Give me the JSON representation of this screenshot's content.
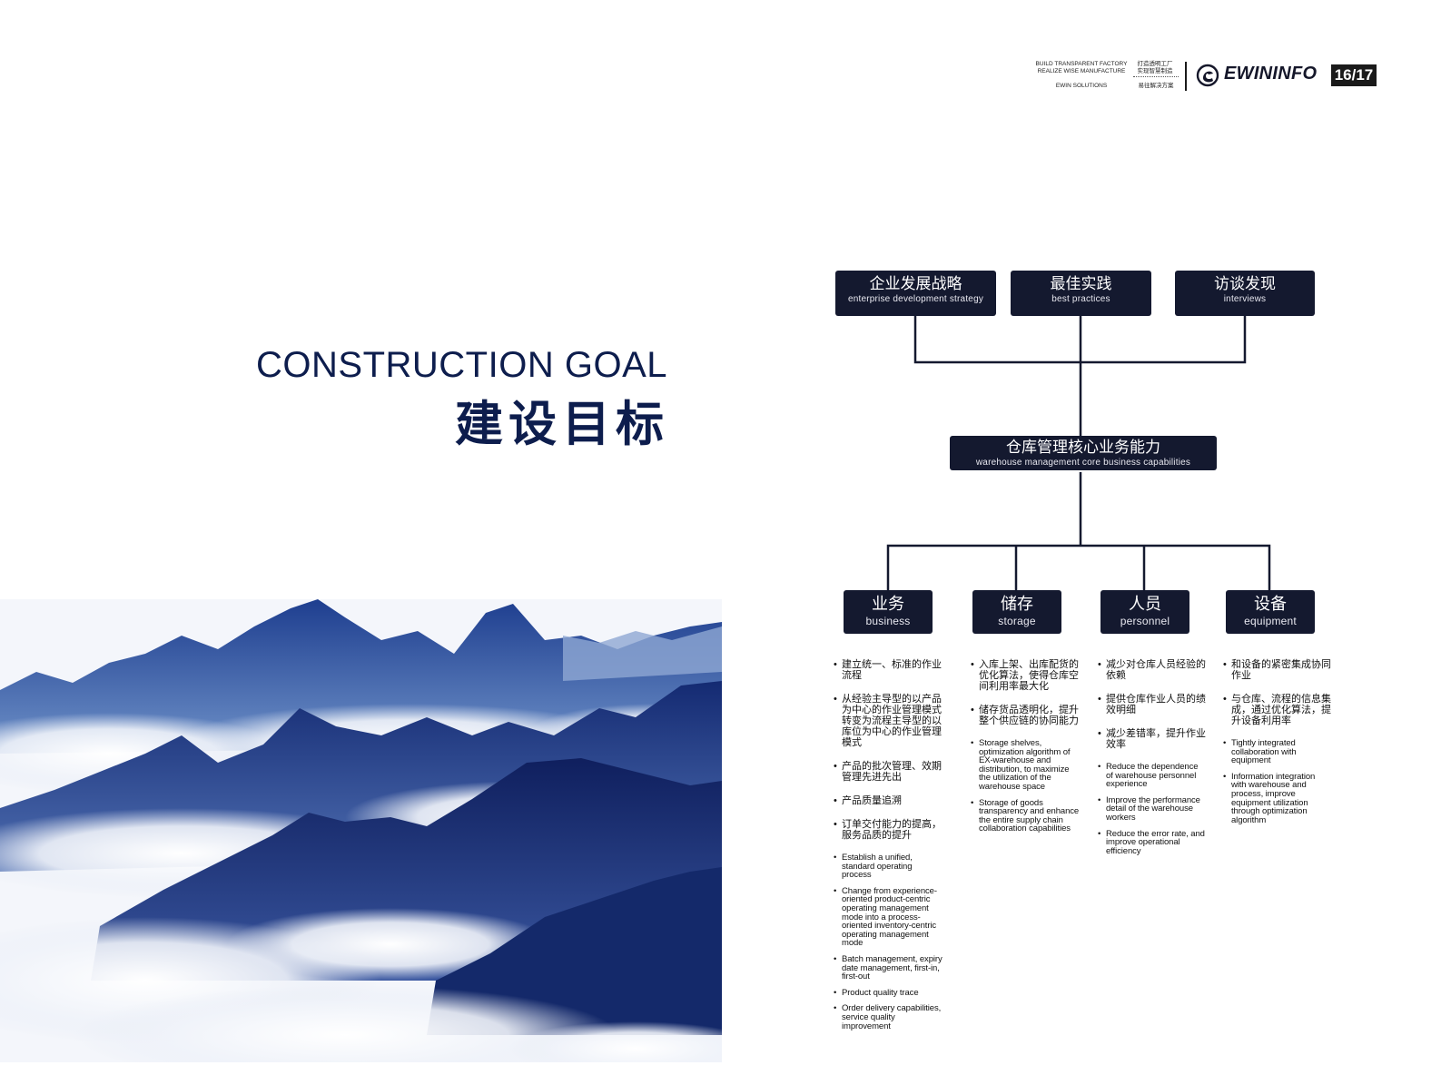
{
  "header": {
    "tag_en_1": "BUILD TRANSPARENT FACTORY",
    "tag_en_2": "REALIZE WISE MANUFACTURE",
    "tag_cn_1": "打造透明工厂",
    "tag_cn_2": "实现智慧制造",
    "solutions_en": "EWIN SOLUTIONS",
    "solutions_cn": "易往解决方案",
    "brand": "EWININFO",
    "page": "16/17"
  },
  "title": {
    "en": "CONSTRUCTION GOAL",
    "cn": "建设目标"
  },
  "diagram": {
    "top": [
      {
        "cn": "企业发展战略",
        "en": "enterprise development strategy"
      },
      {
        "cn": "最佳实践",
        "en": "best practices"
      },
      {
        "cn": "访谈发现",
        "en": "interviews"
      }
    ],
    "center": {
      "cn": "仓库管理核心业务能力",
      "en": "warehouse management core business capabilities"
    },
    "categories": [
      {
        "cn": "业务",
        "en": "business",
        "items_cn": [
          "建立统一、标准的作业流程",
          "从经验主导型的以产品为中心的作业管理模式转变为流程主导型的以库位为中心的作业管理模式",
          "产品的批次管理、效期管理先进先出",
          "产品质量追溯",
          "订单交付能力的提高，服务品质的提升"
        ],
        "items_en": [
          "Establish a unified, standard operating process",
          "Change from experience-oriented product-centric operating management mode into a process-oriented inventory-centric operating management mode",
          "Batch management, expiry date management, first-in, first-out",
          "Product quality trace",
          "Order delivery capabilities, service quality improvement"
        ]
      },
      {
        "cn": "储存",
        "en": "storage",
        "items_cn": [
          "入库上架、出库配货的优化算法，使得仓库空间利用率最大化",
          "储存货品透明化，提升整个供应链的协同能力"
        ],
        "items_en": [
          "Storage shelves, optimization algorithm of EX-warehouse and distribution, to maximize the utilization of the warehouse space",
          "Storage of goods transparency and enhance the entire supply chain collaboration capabilities"
        ]
      },
      {
        "cn": "人员",
        "en": "personnel",
        "items_cn": [
          "减少对仓库人员经验的依赖",
          "提供仓库作业人员的绩效明细",
          "减少差错率，提升作业效率"
        ],
        "items_en": [
          "Reduce the dependence of warehouse personnel experience",
          "Improve the performance detail of the warehouse workers",
          "Reduce the error rate, and improve operational efficiency"
        ]
      },
      {
        "cn": "设备",
        "en": "equipment",
        "items_cn": [
          "和设备的紧密集成协同作业",
          "与仓库、流程的信息集成，通过优化算法，提升设备利用率"
        ],
        "items_en": [
          "Tightly integrated collaboration with equipment",
          "Information integration with warehouse and process, improve equipment utilization through optimization algorithm"
        ]
      }
    ]
  },
  "colors": {
    "navy": "#14192f",
    "title": "#0d1d4d"
  }
}
